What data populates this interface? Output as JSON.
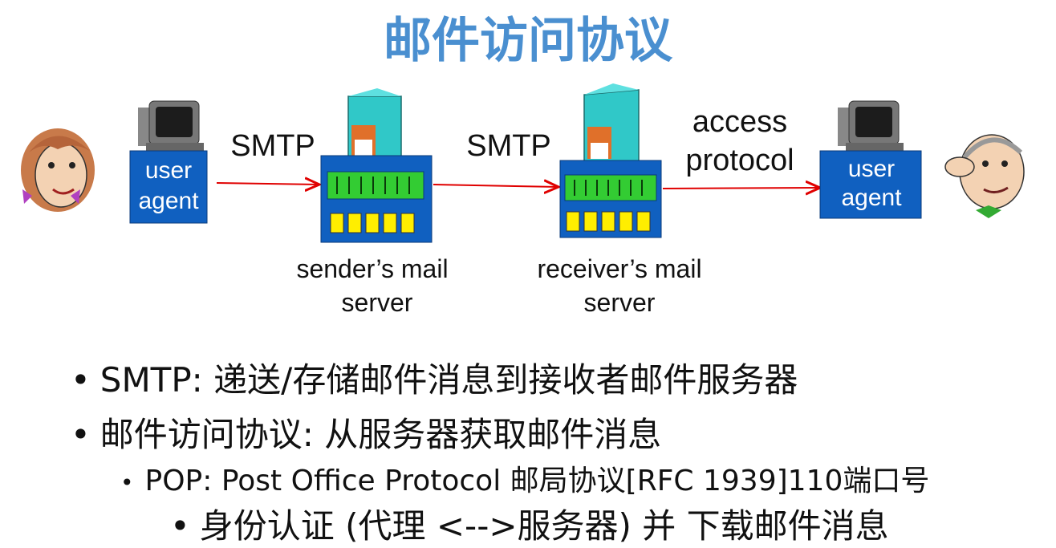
{
  "title": "邮件访问协议",
  "diagram": {
    "left_agent": {
      "line1": "user",
      "line2": "agent"
    },
    "right_agent": {
      "line1": "user",
      "line2": "agent"
    },
    "link1_label": "SMTP",
    "link2_label": "SMTP",
    "link3_label": {
      "line1": "access",
      "line2": "protocol"
    },
    "sender_server": {
      "line1": "sender’s mail",
      "line2": "server"
    },
    "receiver_server": {
      "line1": "receiver’s mail",
      "line2": "server"
    }
  },
  "bullets": [
    {
      "text": "SMTP: 递送/存储邮件消息到接收者邮件服务器"
    },
    {
      "text": "邮件访问协议: 从服务器获取邮件消息"
    },
    {
      "text": "POP: Post Office Protocol 邮局协议[RFC 1939]110端口号"
    },
    {
      "text": "身份认证 (代理 <-->服务器) 并 下载邮件消息"
    }
  ],
  "colors": {
    "title": "#4a8fd0",
    "agent_box": "#1060c0",
    "server_body": "#1060c0",
    "server_top": "#30c8c8",
    "server_panel": "#33cc33",
    "server_lights": "#ffee00",
    "arrow": "#e00000"
  },
  "icons": [
    "woman-face-icon",
    "man-face-icon",
    "computer-icon",
    "mail-server-icon"
  ]
}
